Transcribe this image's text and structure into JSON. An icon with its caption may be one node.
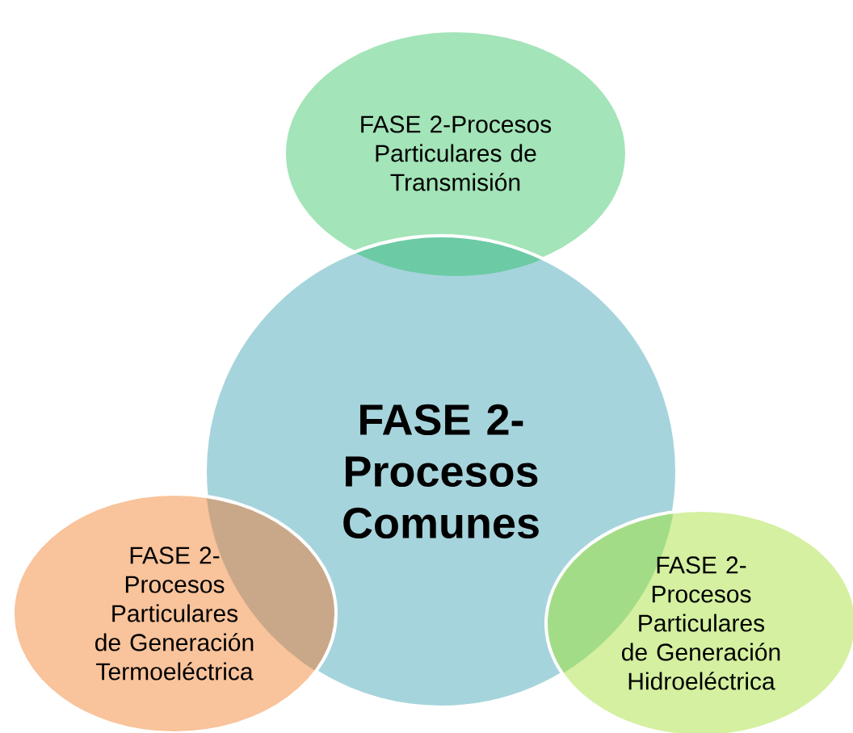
{
  "diagram": {
    "nodes": [
      {
        "text": [
          "FASE 2-Procesos Particulares de Transmisión"
        ]
      },
      {
        "text": [
          "FASE 2- Procesos Comunes"
        ]
      },
      {
        "text": [
          "FASE 2- Procesos Particulares de Generación Termoeléctrica"
        ]
      },
      {
        "text": [
          "FASE 2- Procesos Particulares de Generación Hidroeléctrica"
        ]
      }
    ]
  }
}
